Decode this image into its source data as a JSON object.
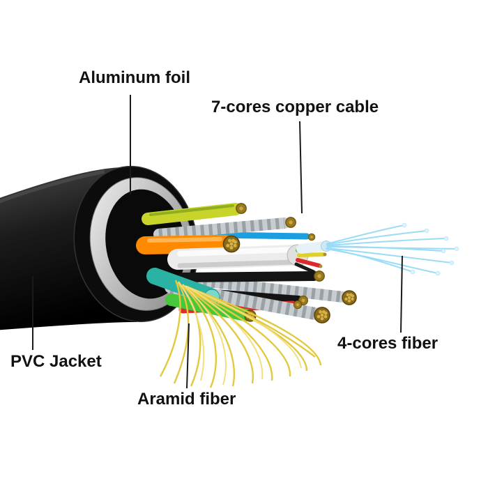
{
  "diagram": {
    "labels": {
      "aluminum_foil": "Aluminum foil",
      "copper_cable": "7-cores copper cable",
      "pvc_jacket": "PVC Jacket",
      "aramid_fiber": "Aramid fiber",
      "fiber_cores": "4-cores fiber"
    },
    "colors": {
      "background": "#ffffff",
      "label-text": "#111111",
      "leader-line": "#1a1a1a",
      "jacket-black": "#141414",
      "foil-silver": "#c9c9c9",
      "wire-orange": "#ff8a00",
      "wire-yellowgreen": "#c9d42b",
      "wire-teal": "#2ab3a4",
      "wire-green": "#47c83c",
      "wire-red": "#da2f2b",
      "wire-blue": "#1b9fe0",
      "wire-silver": "#c6ccd0",
      "copper": "#96761f",
      "fiber-blue": "#9adcf6",
      "aramid-yellow": "#e4c83d"
    }
  }
}
